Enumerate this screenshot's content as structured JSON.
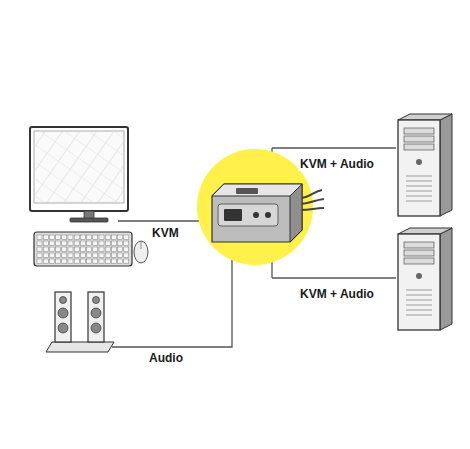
{
  "diagram": {
    "labels": [
      "KVM + Audio",
      "KVM",
      "KVM + Audio",
      "Audio"
    ]
  }
}
